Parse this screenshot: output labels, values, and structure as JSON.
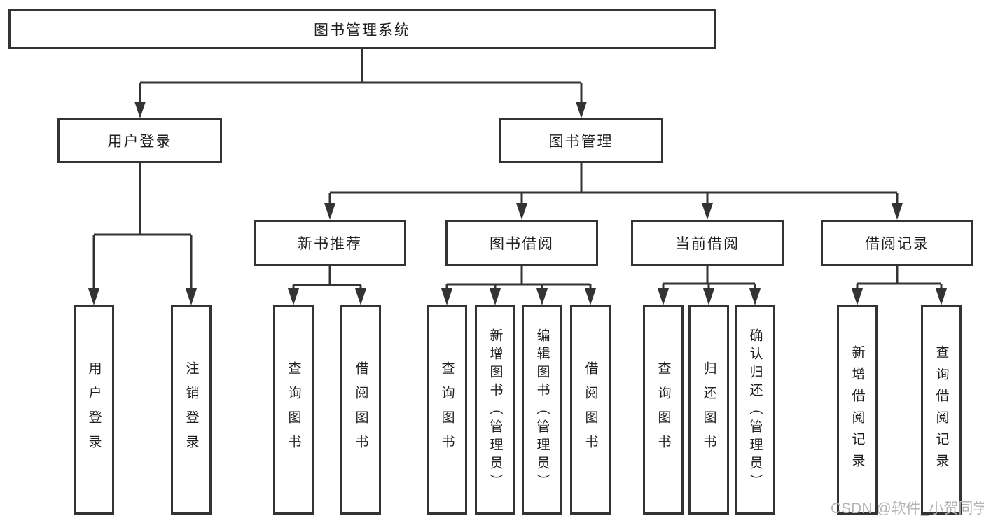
{
  "diagram_type": "hierarchy-tree",
  "nodes": {
    "root": "图书管理系统",
    "user_login": "用户登录",
    "book_mgmt": "图书管理",
    "new_books": "新书推荐",
    "book_borrow": "图书借阅",
    "current_borrow": "当前借阅",
    "borrow_records": "借阅记录"
  },
  "leaves": {
    "user_login": [
      "用户登录",
      "注销登录"
    ],
    "new_books": [
      "查询图书",
      "借阅图书"
    ],
    "book_borrow": [
      "查询图书",
      "新增图书（管理员）",
      "编辑图书（管理员）",
      "借阅图书"
    ],
    "current_borrow": [
      "查询图书",
      "归还图书",
      "确认归还（管理员）"
    ],
    "borrow_records": [
      "新增借阅记录",
      "查询借阅记录"
    ]
  },
  "watermark": "CSDN @软件_小贺同学",
  "colors": {
    "line": "#333333",
    "text": "#1f1f1f",
    "watermark": "#b4b4b4",
    "background": "#ffffff"
  }
}
